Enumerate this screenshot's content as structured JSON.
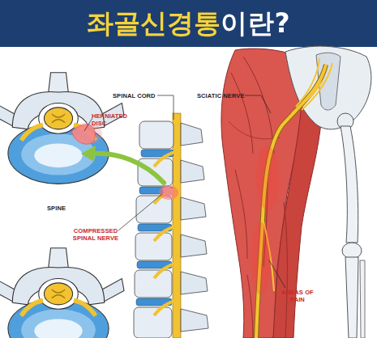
{
  "diagram": {
    "title": "좌골신경통이란?",
    "labels": [
      "SPINAL CORD",
      "SCIATIC NERVE",
      "HERNIATED DISC",
      "SPINE",
      "COMPRESSED SPINAL NERVE",
      "AREAS OF PAIN"
    ]
  }
}
